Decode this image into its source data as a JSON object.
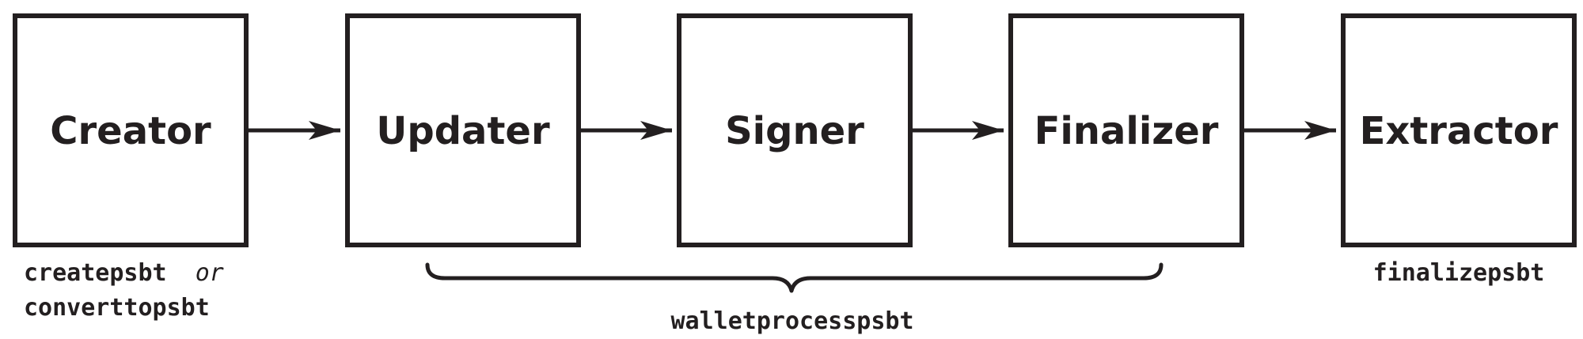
{
  "stages": [
    {
      "label": "Creator"
    },
    {
      "label": "Updater"
    },
    {
      "label": "Signer"
    },
    {
      "label": "Finalizer"
    },
    {
      "label": "Extractor"
    }
  ],
  "commands": {
    "creator_line1": "createpsbt",
    "creator_or": "or",
    "creator_line2": "converttopsbt",
    "middle": "walletprocesspsbt",
    "extractor": "finalizepsbt"
  },
  "colors": {
    "stroke": "#231f20",
    "background": "#ffffff"
  }
}
